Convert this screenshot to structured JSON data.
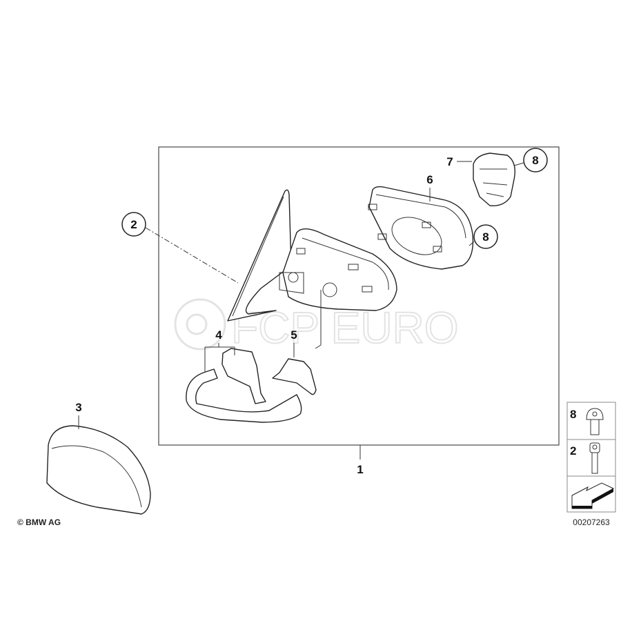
{
  "diagram": {
    "callouts": {
      "c1": "1",
      "c2": "2",
      "c3": "3",
      "c4": "4",
      "c5": "5",
      "c6": "6",
      "c7": "7",
      "c8a": "8",
      "c8b": "8"
    },
    "legend": {
      "item1_number": "8",
      "item2_number": "2"
    },
    "copyright": "© BMW AG",
    "diagram_number": "00207263",
    "watermark": "FCP EURO"
  }
}
